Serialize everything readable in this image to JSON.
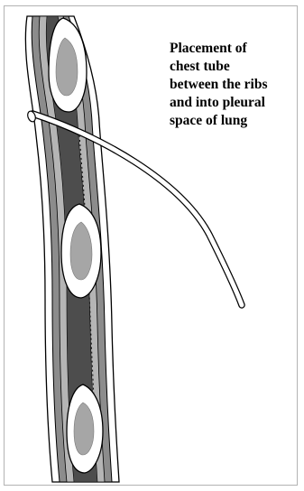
{
  "figure": {
    "caption_lines": [
      "Placement of",
      "chest tube",
      "between the ribs",
      "and into pleural",
      "space of lung"
    ],
    "colors": {
      "outline": "#000000",
      "skin": "#ffffff",
      "soft_tissue": "#8c8c8c",
      "muscle_band": "#b5b5b5",
      "dark_core": "#4d4d4d",
      "rib_bone": "#ffffff",
      "marrow": "#a6a6a6",
      "frame": "#b3b3b3"
    },
    "icons": [
      "chest-wall-cross-section",
      "rib-cross-section",
      "chest-tube",
      "pleural-line"
    ]
  }
}
